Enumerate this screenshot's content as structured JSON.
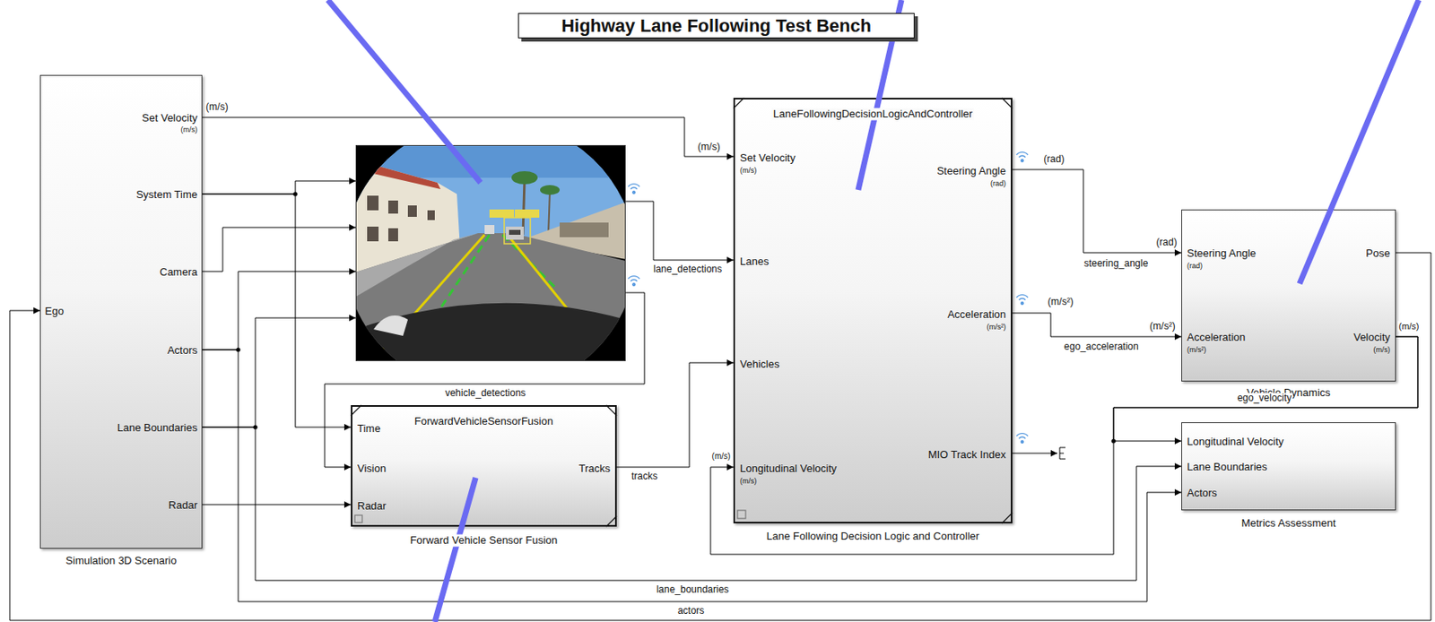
{
  "diagram": {
    "title": "Highway Lane Following Test Bench",
    "nodes": [
      {
        "text": [
          "Simulation 3D Scenario",
          "Set Velocity",
          "(m/s)",
          "System Time",
          "Camera",
          "Actors",
          "Lane Boundaries",
          "Radar",
          "Ego"
        ]
      },
      {
        "text": []
      },
      {
        "text": [
          "Forward Vehicle Sensor Fusion",
          "ForwardVehicleSensorFusion",
          "Time",
          "Vision",
          "Radar",
          "Tracks"
        ]
      },
      {
        "text": [
          "Lane Following Decision Logic and Controller",
          "LaneFollowingDecisionLogicAndController",
          "Set Velocity",
          "(m/s)",
          "Lanes",
          "Vehicles",
          "Longitudinal Velocity",
          "(m/s)",
          "Steering Angle",
          "(rad)",
          "Acceleration",
          "(m/s²)",
          "MIO Track Index"
        ]
      },
      {
        "text": [
          "Vehicle Dynamics",
          "Steering Angle",
          "(rad)",
          "Acceleration",
          "(m/s²)",
          "Pose",
          "Velocity",
          "(m/s)"
        ]
      },
      {
        "text": [
          "Metrics Assessment",
          "Longitudinal Velocity",
          "Lane Boundaries",
          "Actors"
        ]
      }
    ],
    "edges": [
      {
        "from": 0,
        "to": 3,
        "arrow": "to"
      },
      {
        "from": 0,
        "to": 1,
        "arrow": "to"
      },
      {
        "from": 0,
        "to": 2,
        "arrow": "to"
      },
      {
        "from": 0,
        "to": 1,
        "arrow": "to"
      },
      {
        "from": 0,
        "to": 1,
        "arrow": "to"
      },
      {
        "from": 0,
        "to": 5,
        "label": "actors",
        "arrow": "to"
      },
      {
        "from": 0,
        "to": 1,
        "arrow": "to"
      },
      {
        "from": 0,
        "to": 5,
        "label": "lane_boundaries",
        "arrow": "to"
      },
      {
        "from": 0,
        "to": 2,
        "arrow": "to"
      },
      {
        "from": 1,
        "to": 3,
        "label": "lane_detections",
        "arrow": "to"
      },
      {
        "from": 1,
        "to": 2,
        "label": "vehicle_detections",
        "arrow": "to"
      },
      {
        "from": 2,
        "to": 3,
        "label": "tracks",
        "arrow": "to"
      },
      {
        "from": 3,
        "to": 4,
        "label": "steering_angle",
        "arrow": "to"
      },
      {
        "from": 3,
        "to": 4,
        "label": "ego_acceleration",
        "arrow": "to"
      },
      {
        "from": 4,
        "to": 5,
        "label": "ego_velocity",
        "arrow": "to"
      },
      {
        "from": 4,
        "to": 3,
        "arrow": "to"
      },
      {
        "from": 4,
        "to": 0,
        "arrow": "to"
      }
    ],
    "labels": [
      "(m/s)",
      "(m/s)",
      "(rad)",
      "(m/s²)",
      "(rad)",
      "(m/s²)",
      "(m/s)",
      "(m/s)"
    ]
  }
}
